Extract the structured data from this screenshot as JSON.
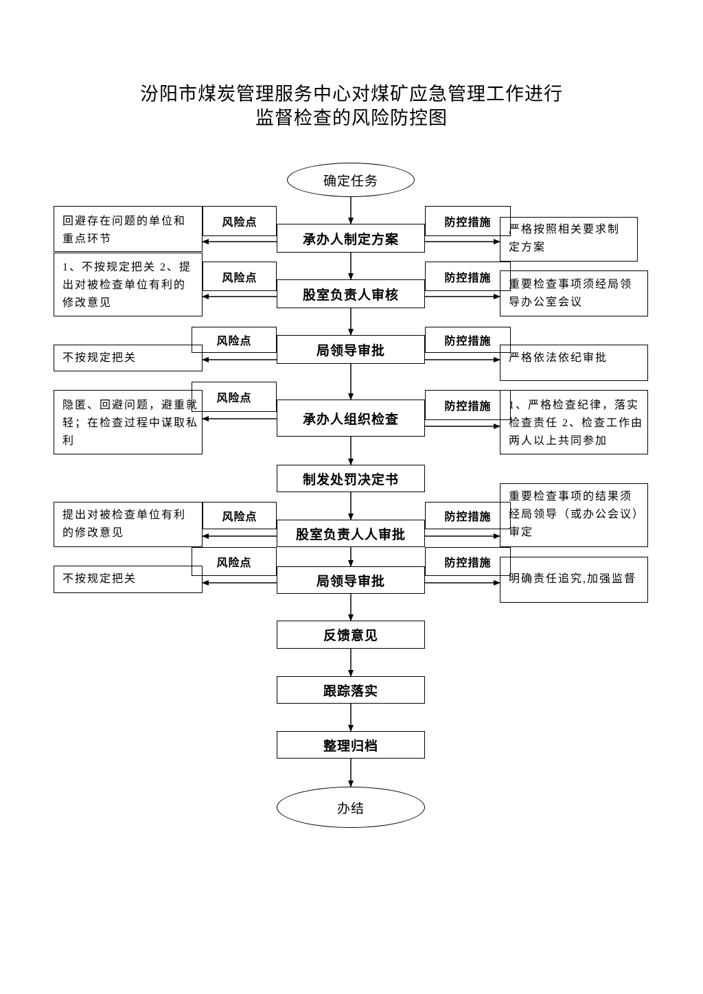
{
  "title": {
    "line1": "汾阳市煤炭管理服务中心对煤矿应急管理工作进行",
    "line2": "监督检查的风险防控图"
  },
  "start_node": "确定任务",
  "end_node": "办结",
  "risk_label": "风险点",
  "control_label": "防控措施",
  "steps": [
    "承办人制定方案",
    "股室负责人审核",
    "局领导审批",
    "承办人组织检查",
    "制发处罚决定书",
    "股室负责人人审批",
    "局领导审批",
    "反馈意见",
    "跟踪落实",
    "整理归档"
  ],
  "risks": [
    [
      "回避存在问题的单位和",
      "重点环节"
    ],
    [
      "1、不按规定把关 2、提",
      "出对被检查单位有利的",
      "修改意见"
    ],
    [
      "不按规定把关"
    ],
    [
      "隐匿、回避问题，避重就",
      "轻；在检查过程中谋取私",
      "利"
    ],
    [
      "提出对被检查单位有利",
      "的修改意见"
    ],
    [
      "不按规定把关"
    ]
  ],
  "controls": [
    [
      "严格按照相关要求制",
      "定方案"
    ],
    [
      "重要检查事项须经局领",
      "导办公室会议"
    ],
    [
      "严格依法依纪审批"
    ],
    [
      "1、严格检查纪律，落实",
      "检查责任 2、检查工作由",
      "两人以上共同参加"
    ],
    [
      "重要检查事项的结果须",
      "经局领导（或办公会议）",
      "审定"
    ],
    [
      "明确责任追究,加强监督"
    ]
  ]
}
